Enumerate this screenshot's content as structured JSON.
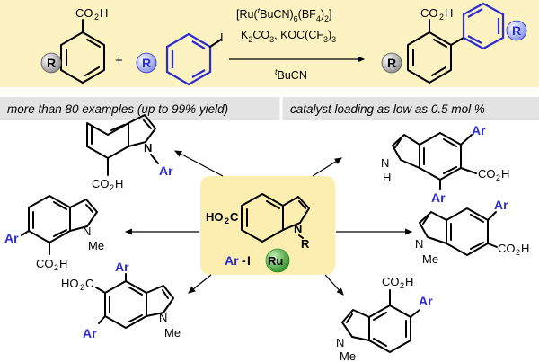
{
  "reaction": {
    "reagent_1": "[Ru(",
    "reagent_1b": "t",
    "reagent_1c": "BuCN)",
    "reagent_1d": "6",
    "reagent_1e": "(BF",
    "reagent_1f": "4",
    "reagent_1g": ")",
    "reagent_1h": "2",
    "reagent_1i": "]",
    "reagent_2": "K",
    "reagent_2b": "2",
    "reagent_2c": "CO",
    "reagent_2d": "3",
    "reagent_2e": ", KOC(CF",
    "reagent_2f": "3",
    "reagent_2g": ")",
    "reagent_2h": "3",
    "solvent_t": "t",
    "solvent": "BuCN",
    "acid_label": "CO",
    "acid_sub": "2",
    "acid_h": "H",
    "plus": "+",
    "iodo": "I",
    "r_label": "R"
  },
  "banner": {
    "left": "more than 80 examples (up to 99% yield)",
    "right": "catalyst loading as low as 0.5 mol %"
  },
  "center": {
    "substituent_left": "HO",
    "substituent_sub": "2",
    "substituent_c": "C",
    "n_label": "N",
    "r_label": "R",
    "aryl_iodide_ar": "Ar",
    "aryl_iodide_dash": "-",
    "aryl_iodide_i": "I",
    "ru_label": "Ru"
  },
  "products": {
    "ar": "Ar",
    "co2h_co": "CO",
    "co2h_2": "2",
    "co2h_h": "H",
    "ho2c_ho": "HO",
    "ho2c_2": "2",
    "ho2c_c": "C",
    "n": "N",
    "h": "H",
    "me": "Me"
  },
  "colors": {
    "banner_yellow": "#fdf3c2",
    "center_yellow": "#fbeeb0",
    "banner_gray": "#e3e3e3",
    "aryl_blue": "#2b2bd6",
    "r_ball": "#9a9a9a",
    "ru_green": "#3aa12f"
  }
}
